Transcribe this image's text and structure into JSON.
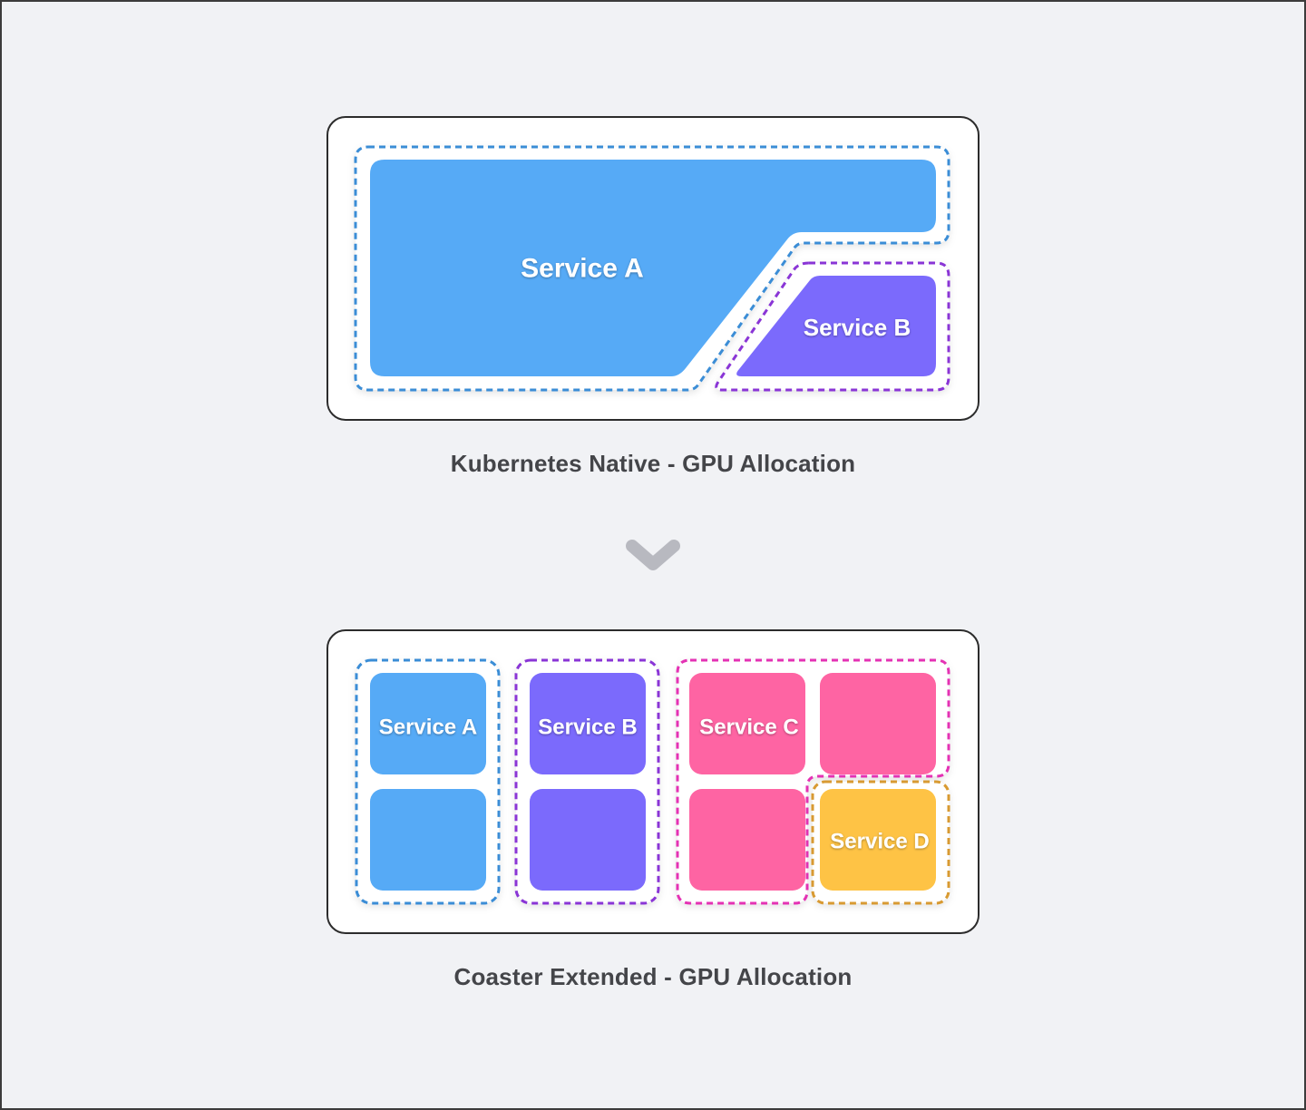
{
  "colors": {
    "service_a": "#56aaf6",
    "service_b": "#7b6afc",
    "service_c": "#fe64a3",
    "service_d": "#fec345",
    "outline_a": "#3b8dd6",
    "outline_b": "#8a36d6",
    "outline_c": "#e431b4",
    "outline_d": "#d89a32",
    "arrow": "#b8b9c0"
  },
  "native": {
    "caption": "Kubernetes Native - GPU Allocation",
    "service_a_label": "Service A",
    "service_b_label": "Service B"
  },
  "extended": {
    "caption": "Coaster Extended - GPU Allocation",
    "service_a_label": "Service A",
    "service_b_label": "Service B",
    "service_c_label": "Service C",
    "service_d_label": "Service D"
  },
  "divider_icon": "chevron-down-icon"
}
